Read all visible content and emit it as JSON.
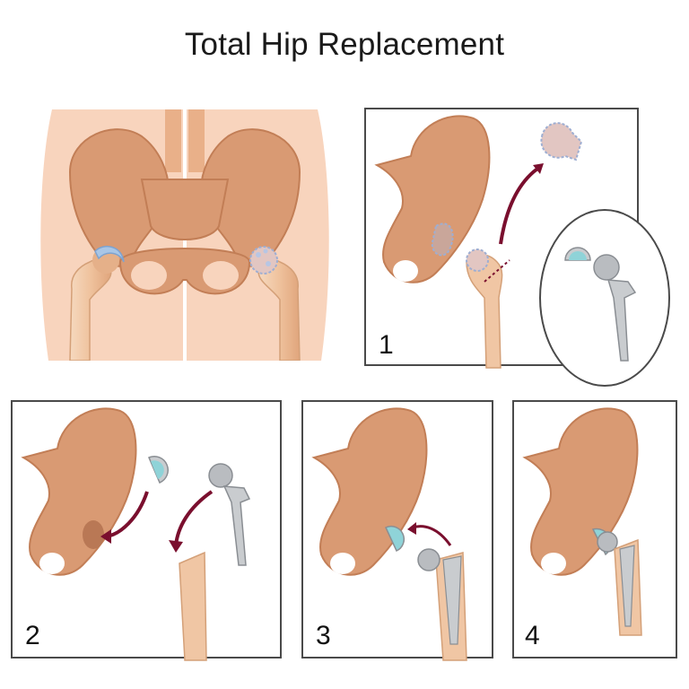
{
  "title": "Total Hip Replacement",
  "steps": [
    {
      "number": "1"
    },
    {
      "number": "2"
    },
    {
      "number": "3"
    },
    {
      "number": "4"
    }
  ],
  "colors": {
    "skin": "#f8d4bd",
    "bone": "#d99a73",
    "bone_dark": "#c27e56",
    "bone_light": "#f3c8a6",
    "cartilage": "#a9c6e6",
    "implant_metal": "#c9cccf",
    "implant_cup": "#8fd3d8",
    "arrow": "#7a0f2e",
    "frame": "#4a4a4a"
  }
}
